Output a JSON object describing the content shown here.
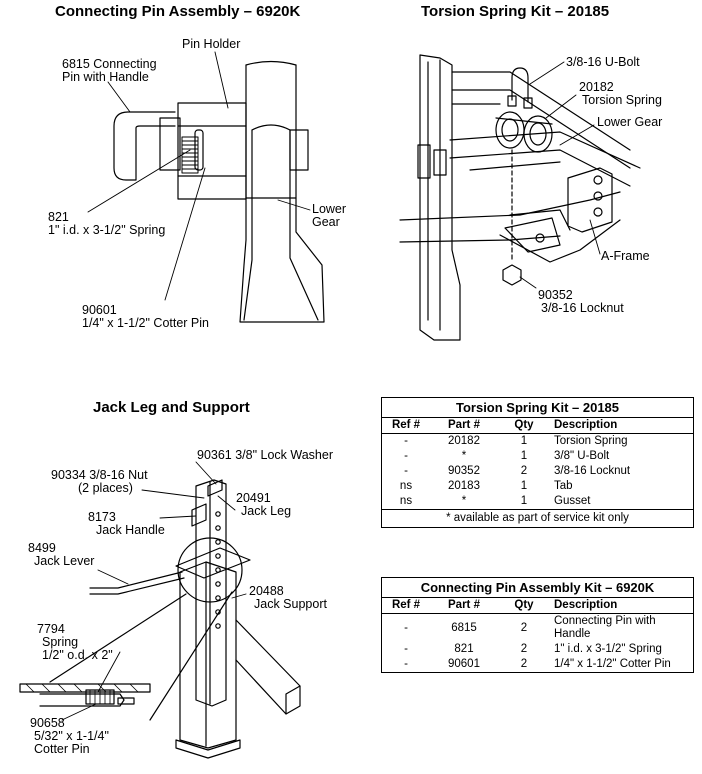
{
  "titles": {
    "connecting_pin": "Connecting Pin Assembly – 6920K",
    "torsion_spring": "Torsion Spring Kit – 20185",
    "jack_leg": "Jack Leg and Support"
  },
  "connecting_pin_labels": {
    "pin_holder": "Pin Holder",
    "pin_handle_line1": "6815  Connecting",
    "pin_handle_line2": "Pin with Handle",
    "lower_gear_line1": "Lower",
    "lower_gear_line2": "Gear",
    "spring_line1": "821",
    "spring_line2": "1\" i.d. x 3-1/2\" Spring",
    "cotter_line1": "90601",
    "cotter_line2": "1/4\" x 1-1/2\" Cotter Pin"
  },
  "torsion_labels": {
    "ubolt": "3/8-16 U-Bolt",
    "spring_line1": "20182",
    "spring_line2": "Torsion Spring",
    "lower_gear": "Lower Gear",
    "aframe": "A-Frame",
    "locknut_line1": "90352",
    "locknut_line2": "3/8-16 Locknut"
  },
  "jack_labels": {
    "lock_washer": "90361  3/8\" Lock Washer",
    "nut_line1": "90334  3/8-16 Nut",
    "nut_line2": "(2 places)",
    "jack_leg_line1": "20491",
    "jack_leg_line2": "Jack Leg",
    "handle_line1": "8173",
    "handle_line2": "Jack Handle",
    "lever_line1": "8499",
    "lever_line2": "Jack Lever",
    "support_line1": "20488",
    "support_line2": "Jack Support",
    "spring_line1": "7794",
    "spring_line2": "Spring",
    "spring_line3": "1/2\" o.d. x 2\"",
    "cotter_line1": "90658",
    "cotter_line2": "5/32\" x 1-1/4\"",
    "cotter_line3": "Cotter Pin"
  },
  "torsion_table": {
    "title": "Torsion Spring Kit – 20185",
    "headers": [
      "Ref #",
      "Part #",
      "Qty",
      "Description"
    ],
    "rows": [
      [
        "-",
        "20182",
        "1",
        "Torsion Spring"
      ],
      [
        "-",
        "*",
        "1",
        "3/8\" U-Bolt"
      ],
      [
        "-",
        "90352",
        "2",
        "3/8-16  Locknut"
      ],
      [
        "ns",
        "20183",
        "1",
        "Tab"
      ],
      [
        "ns",
        "*",
        "1",
        "Gusset"
      ]
    ],
    "note": "* available as part of service kit only"
  },
  "pin_table": {
    "title": "Connecting Pin Assembly Kit – 6920K",
    "headers": [
      "Ref #",
      "Part #",
      "Qty",
      "Description"
    ],
    "rows": [
      [
        "-",
        "6815",
        "2",
        "Connecting Pin with Handle"
      ],
      [
        "-",
        "821",
        "2",
        "1\" i.d. x 3-1/2\" Spring"
      ],
      [
        "-",
        "90601",
        "2",
        "1/4\" x 1-1/2\" Cotter Pin"
      ]
    ]
  }
}
